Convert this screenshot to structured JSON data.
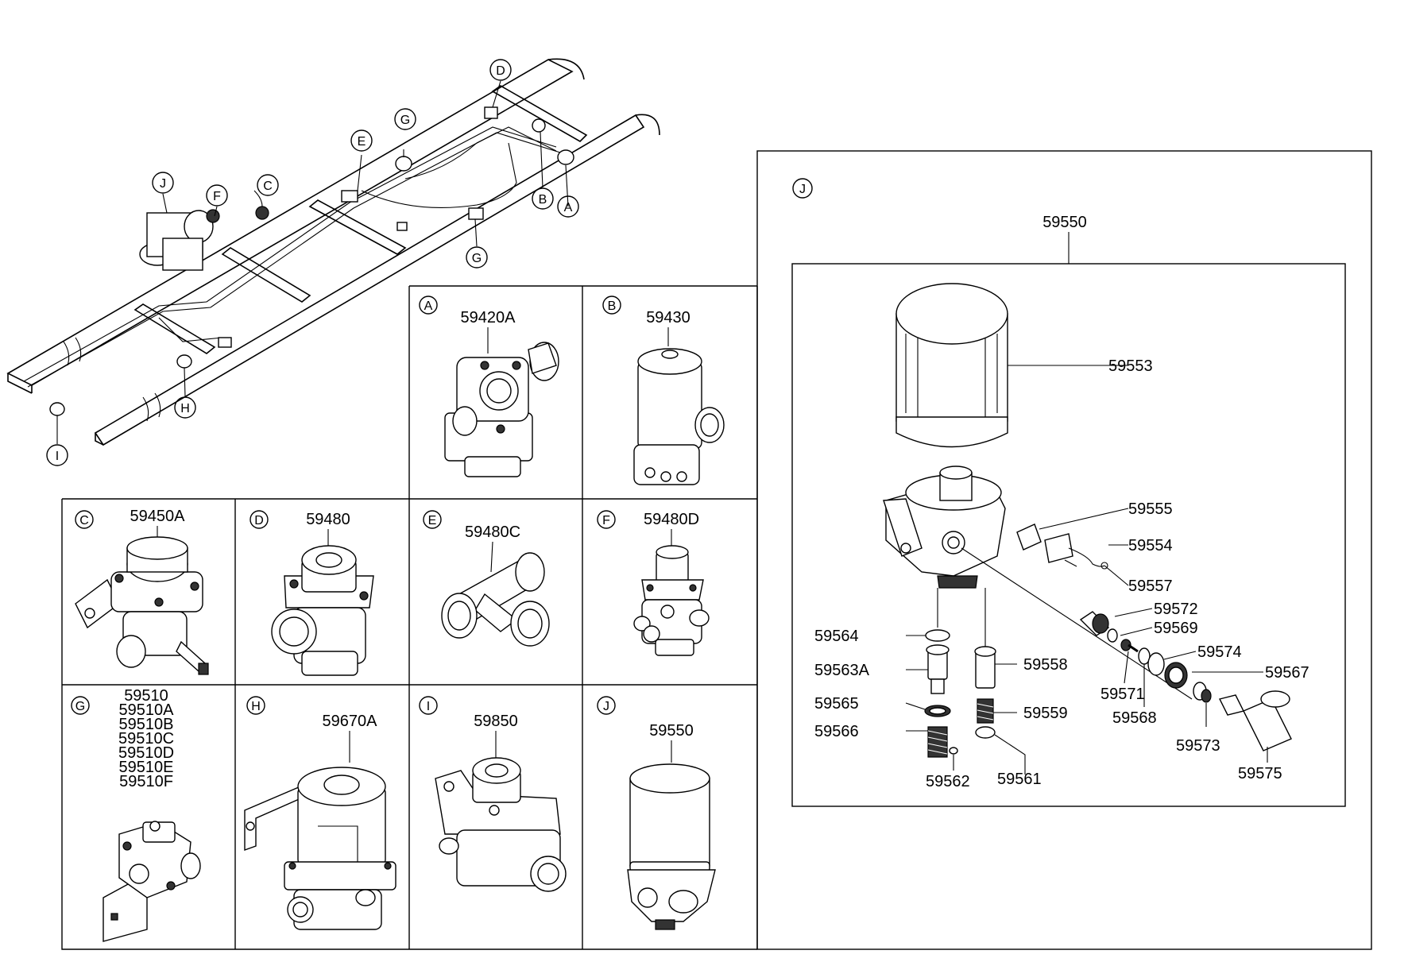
{
  "overview": {
    "callouts": [
      {
        "letter": "D"
      },
      {
        "letter": "G"
      },
      {
        "letter": "E"
      },
      {
        "letter": "B"
      },
      {
        "letter": "A"
      },
      {
        "letter": "J"
      },
      {
        "letter": "F"
      },
      {
        "letter": "C"
      },
      {
        "letter": "G"
      },
      {
        "letter": "H"
      },
      {
        "letter": "I"
      }
    ]
  },
  "cells": [
    {
      "letter": "A",
      "parts": [
        "59420A"
      ]
    },
    {
      "letter": "B",
      "parts": [
        "59430"
      ]
    },
    {
      "letter": "C",
      "parts": [
        "59450A"
      ]
    },
    {
      "letter": "D",
      "parts": [
        "59480"
      ]
    },
    {
      "letter": "E",
      "parts": [
        "59480C"
      ]
    },
    {
      "letter": "F",
      "parts": [
        "59480D"
      ]
    },
    {
      "letter": "G",
      "parts": [
        "59510",
        "59510A",
        "59510B",
        "59510C",
        "59510D",
        "59510E",
        "59510F"
      ]
    },
    {
      "letter": "H",
      "parts": [
        "59670A"
      ]
    },
    {
      "letter": "I",
      "parts": [
        "59850"
      ]
    },
    {
      "letter": "J",
      "parts": [
        "59550"
      ]
    }
  ],
  "detail_j": {
    "letter": "J",
    "assembly_number": "59550",
    "parts": [
      "59553",
      "59555",
      "59554",
      "59557",
      "59572",
      "59569",
      "59574",
      "59567",
      "59564",
      "59563A",
      "59558",
      "59571",
      "59565",
      "59559",
      "59568",
      "59566",
      "59573",
      "59562",
      "59561",
      "59575"
    ]
  }
}
